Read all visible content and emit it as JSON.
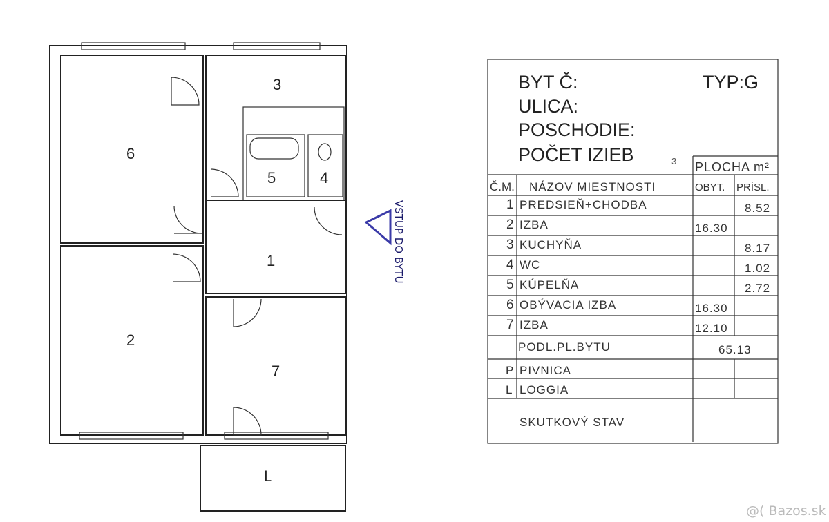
{
  "floor_plan": {
    "rooms": [
      {
        "label": "6"
      },
      {
        "label": "3"
      },
      {
        "label": "5"
      },
      {
        "label": "4"
      },
      {
        "label": "1"
      },
      {
        "label": "2"
      },
      {
        "label": "7"
      },
      {
        "label": "L"
      }
    ],
    "entrance_note": "VSTUP DO BYTU",
    "entrance_mark_color": "#3a3aa8"
  },
  "title_block": {
    "byt": "BYT Č:",
    "typ": "TYP:G",
    "ulica": "ULICA:",
    "poschodie": "POSCHODIE:",
    "pocet_izieb": "POČET IZIEB",
    "pocet_izieb_value": "3",
    "plocha_header": "PLOCHA m²",
    "col_cm": "Č.M.",
    "col_name": "NÁZOV MIESTNOSTI",
    "col_obyt": "OBYT.",
    "col_prisl": "PRÍSL.",
    "rows": [
      {
        "num": "1",
        "name": "PREDSIEŇ+CHODBA",
        "obyt": "",
        "prisl": "8.52"
      },
      {
        "num": "2",
        "name": "IZBA",
        "obyt": "16.30",
        "prisl": ""
      },
      {
        "num": "3",
        "name": "KUCHYŇA",
        "obyt": "",
        "prisl": "8.17"
      },
      {
        "num": "4",
        "name": "WC",
        "obyt": "",
        "prisl": "1.02"
      },
      {
        "num": "5",
        "name": "KÚPELŇA",
        "obyt": "",
        "prisl": "2.72"
      },
      {
        "num": "6",
        "name": "OBÝVACIA IZBA",
        "obyt": "16.30",
        "prisl": ""
      },
      {
        "num": "7",
        "name": "IZBA",
        "obyt": "12.10",
        "prisl": ""
      }
    ],
    "total_label": "PODL.PL.BYTU",
    "total_value": "65.13",
    "extra_rows": [
      {
        "num": "P",
        "name": "PIVNICA"
      },
      {
        "num": "L",
        "name": "LOGGIA"
      }
    ],
    "footer": "SKUTKOVÝ STAV"
  },
  "watermark": "@( Bazos.sk"
}
